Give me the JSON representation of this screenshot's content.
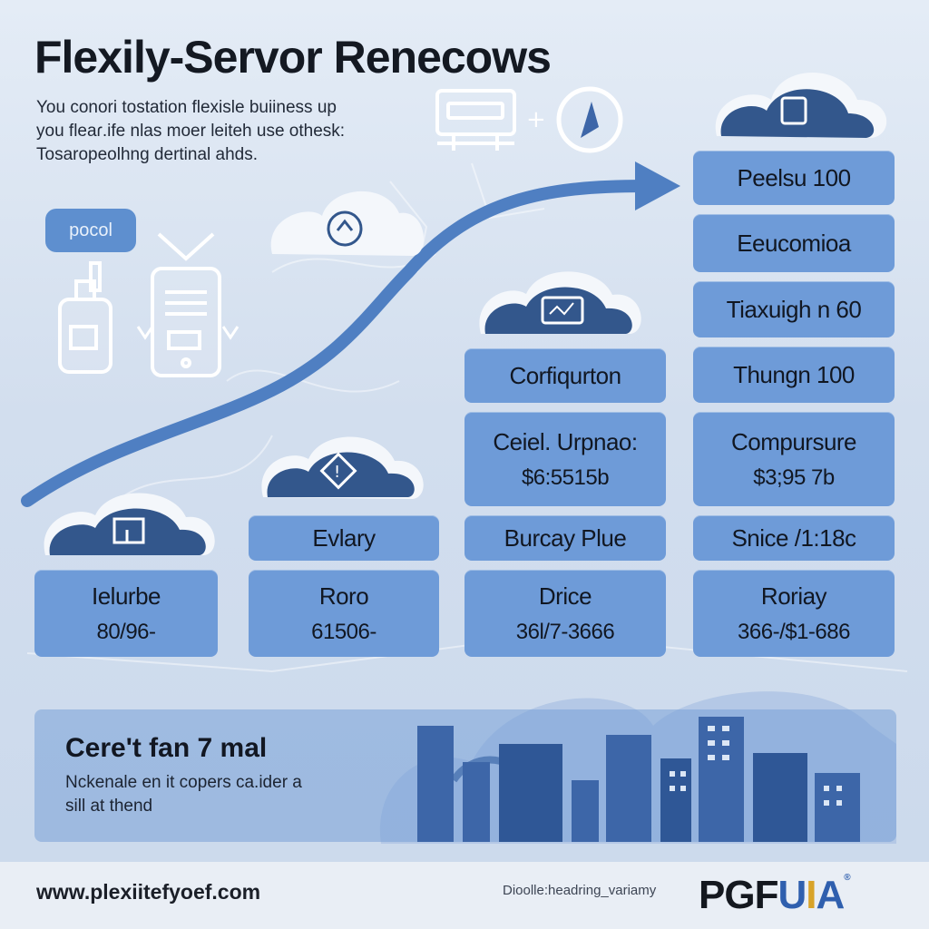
{
  "title": "Flexily-Servor Renecows",
  "intro": [
    "You conori tostation flexisle buiiness up",
    "you fleaɾ.ife nlas moer leiteh use othesk:",
    "Tosaropeolhng dertinal ahds."
  ],
  "pill_label": "pocol",
  "columns": [
    {
      "id": "col1",
      "cards": [
        {
          "line1": "Ielurbe",
          "line2": "80/96-"
        }
      ]
    },
    {
      "id": "col2",
      "cards": [
        {
          "line1": "Evlary"
        },
        {
          "line1": "Roro",
          "line2": "61506-"
        }
      ]
    },
    {
      "id": "col3",
      "cards": [
        {
          "line1": "Corfiqurton"
        },
        {
          "line1": "Ceiel. Urpnao:",
          "line2": "$6:5515b"
        },
        {
          "line1": "Burcay Plue"
        },
        {
          "line1": "Drice",
          "line2": "36l/7-3666"
        }
      ]
    },
    {
      "id": "col4",
      "cards": [
        {
          "line1": "Peelsu 100"
        },
        {
          "line1": "Eeucomioa"
        },
        {
          "line1": "Tiaxuigh n 60"
        },
        {
          "line1": "Thungn 100"
        },
        {
          "line1": "Compursure",
          "line2": "$3;95 7b"
        },
        {
          "line1": "Snice /1:18c"
        },
        {
          "line1": "Roriay",
          "line2": "366-/$1-686"
        }
      ]
    }
  ],
  "cta": {
    "title": "Cere't fan 7 mal",
    "body": [
      "Nckenale en it copers ca.ider a",
      "sill at thend"
    ]
  },
  "footer": {
    "url": "www.plexiitefyoef.com",
    "note": "Dioolle:headring_variamy",
    "brand": {
      "p1": "PGF",
      "p2": "U",
      "p3": "I",
      "p4": "A",
      "mark": "®"
    }
  },
  "colors": {
    "card": "#6e9bd8",
    "cloud_dark": "#33578c",
    "cloud_light": "#f4f7fb",
    "arrow": "#4f7fc2",
    "city": "#3d66a8"
  },
  "icons": [
    "cloud-icon",
    "dashboard-icon",
    "robot-icon",
    "pipette-icon",
    "bottle-icon",
    "phone-icon",
    "store-icon",
    "chart-icon",
    "alert-icon",
    "gear-icon",
    "hand-icon"
  ]
}
